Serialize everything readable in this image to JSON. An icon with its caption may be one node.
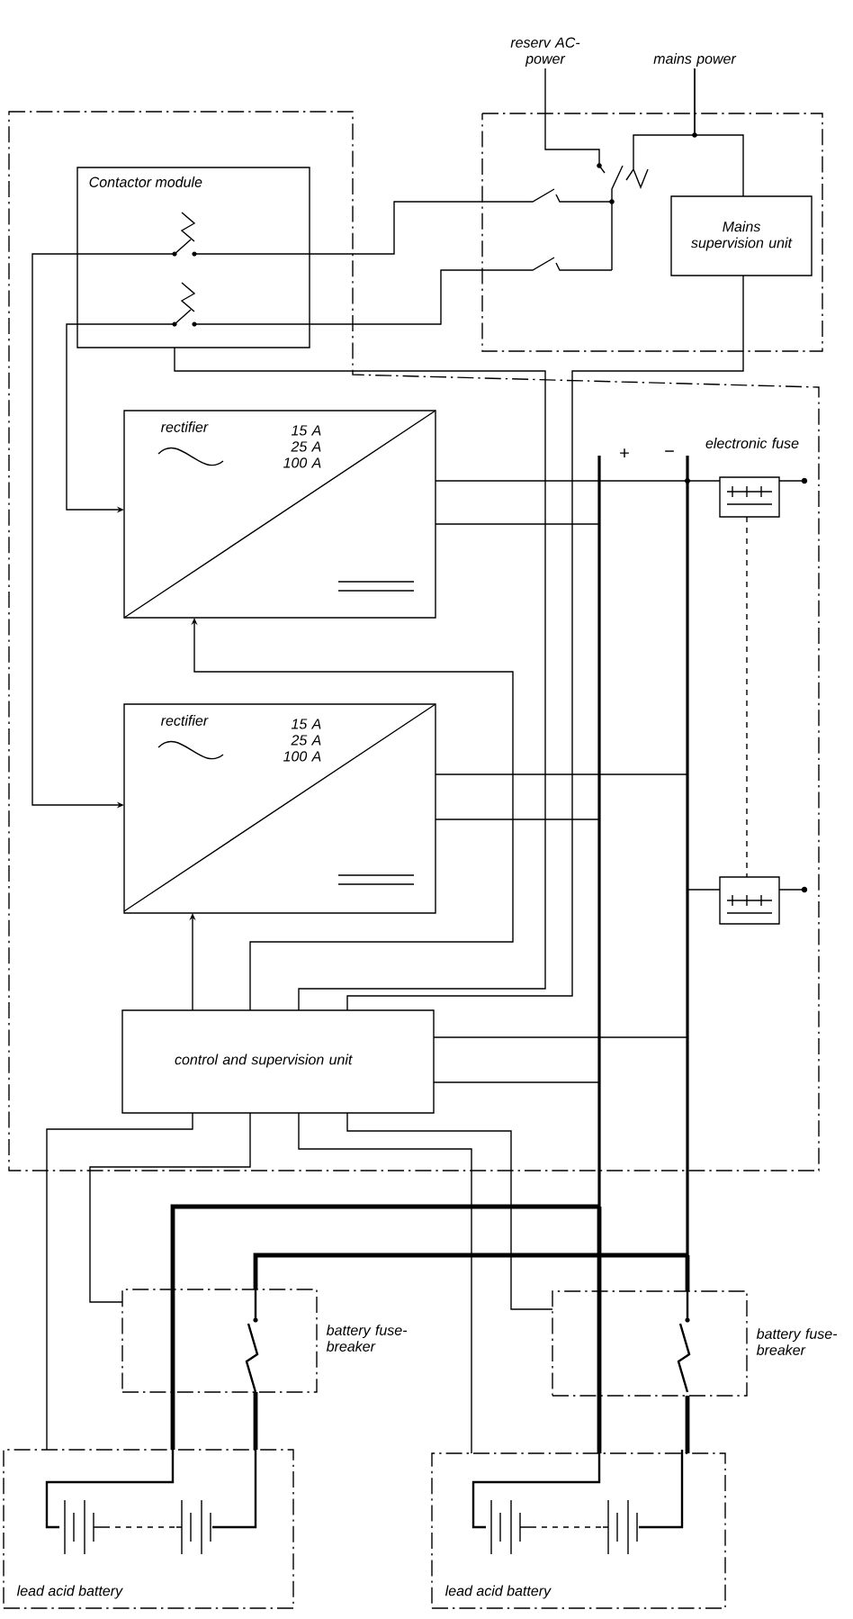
{
  "diagram": {
    "nodes": [
      {
        "text": [
          "Contactor module"
        ]
      },
      {
        "text": [
          "Mains supervision unit"
        ]
      },
      {
        "text": [
          "rectifier",
          "15 A 25 A 100 A"
        ]
      },
      {
        "text": [
          "rectifier",
          "15 A 25 A 100 A"
        ]
      },
      {
        "text": [
          "control and supervision unit"
        ]
      },
      {
        "text": [
          "electronic fuse"
        ]
      },
      {
        "text": [],
        "shape": "box"
      },
      {
        "text": [
          "battery fuse-breaker"
        ]
      },
      {
        "text": [
          "battery fuse-breaker"
        ]
      },
      {
        "text": [
          "lead acid battery"
        ]
      },
      {
        "text": [
          "lead acid battery"
        ]
      },
      {
        "text": [
          "reserv AC-power"
        ]
      },
      {
        "text": [
          "mains power"
        ]
      },
      {
        "text": [],
        "shape": "switch"
      }
    ],
    "edges": [
      {
        "from": 11,
        "to": 13,
        "arrow": "none"
      },
      {
        "from": 12,
        "to": 1,
        "arrow": "none"
      },
      {
        "from": 0,
        "to": 13,
        "arrow": "none"
      },
      {
        "from": 0,
        "to": 13,
        "arrow": "none"
      },
      {
        "from": 0,
        "to": 2,
        "arrow": "to"
      },
      {
        "from": 0,
        "to": 3,
        "arrow": "to"
      },
      {
        "from": 0,
        "to": 4,
        "arrow": "none"
      },
      {
        "from": 1,
        "to": 4,
        "arrow": "none"
      },
      {
        "from": 4,
        "to": 2,
        "arrow": "to"
      },
      {
        "from": 4,
        "to": 3,
        "arrow": "to"
      },
      {
        "from": 2,
        "to": 5,
        "arrow": "none"
      },
      {
        "from": 2,
        "to": null,
        "arrow": "none"
      },
      {
        "from": 3,
        "to": null,
        "arrow": "none"
      },
      {
        "from": 3,
        "to": null,
        "arrow": "none"
      },
      {
        "from": 5,
        "to": 6,
        "arrow": "none",
        "style": "dashed"
      },
      {
        "from": 4,
        "to": 9,
        "arrow": "none"
      },
      {
        "from": 4,
        "to": 7,
        "arrow": "none"
      },
      {
        "from": 4,
        "to": 10,
        "arrow": "none"
      },
      {
        "from": 4,
        "to": 8,
        "arrow": "none"
      },
      {
        "from": 4,
        "to": null,
        "arrow": "none"
      },
      {
        "from": 4,
        "to": null,
        "arrow": "none"
      },
      {
        "from": null,
        "to": 9,
        "arrow": "none",
        "style": "thick"
      },
      {
        "from": null,
        "to": 7,
        "arrow": "none",
        "style": "thick"
      },
      {
        "from": 7,
        "to": 9,
        "arrow": "none",
        "style": "thick"
      },
      {
        "from": null,
        "to": 10,
        "arrow": "none",
        "style": "thick"
      },
      {
        "from": null,
        "to": 8,
        "arrow": "none",
        "style": "thick"
      },
      {
        "from": 8,
        "to": 10,
        "arrow": "none",
        "style": "thick"
      },
      {
        "from": null,
        "to": 6,
        "arrow": "none"
      },
      {
        "from": 12,
        "to": 13,
        "arrow": "none"
      }
    ],
    "labels": [
      "+",
      "−"
    ]
  }
}
